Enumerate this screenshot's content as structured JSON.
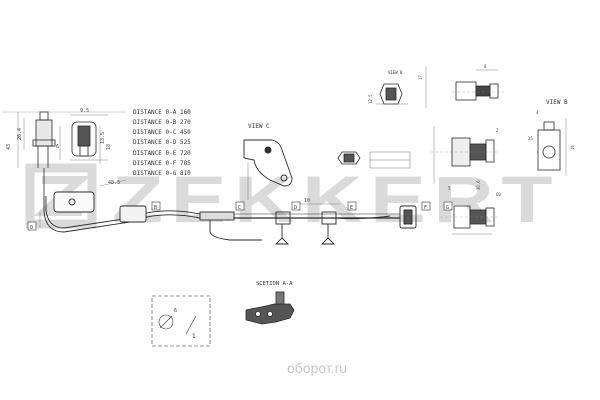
{
  "distances": {
    "a": "DISTANCE 0-A 160",
    "b": "DISTANCE 0-B 270",
    "c": "DISTANCE 0-C 450",
    "d": "DISTANCE 0-D 525",
    "e": "DISTANCE 0-E 720",
    "f": "DISTANCE 0-F 785",
    "g": "DISTANCE 0-G 810"
  },
  "views": {
    "view_c": "VIEW C",
    "view_b": "VIEW B",
    "view_b_small": "VIEW B",
    "section_aa": "SCETION A-A"
  },
  "watermark": {
    "brand": "ZEKKERT",
    "site": "оборот.ru"
  },
  "markers": {
    "a": "A",
    "b": "B",
    "c": "C",
    "d": "D",
    "e": "E",
    "f": "F",
    "g": "G",
    "zero": "0"
  },
  "dims": {
    "d43": "43",
    "d26": "26.4",
    "d18": "18",
    "d6": "6",
    "d13": "13.5",
    "d9": "9.5",
    "d48": "48.5",
    "d8": "8",
    "d10": "10",
    "d17": "17",
    "d12": "12.5",
    "d5": "5",
    "d60": "60",
    "d1": "1",
    "d16": "16",
    "d30": "30.6",
    "d2": "2",
    "d4": "4",
    "d25": "25"
  },
  "colors": {
    "line": "#2a2a2a",
    "watermark": "#d9d9d9",
    "dim": "#5a5a5a"
  }
}
